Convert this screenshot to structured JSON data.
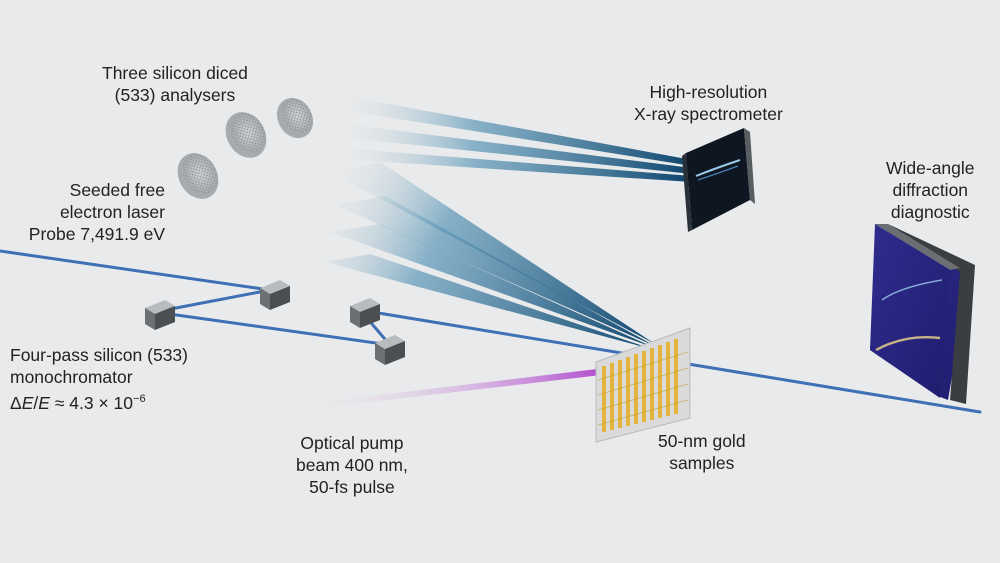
{
  "labels": {
    "analysers": {
      "line1": "Three silicon diced",
      "line2": "(533) analysers"
    },
    "spectrometer": {
      "line1": "High-resolution",
      "line2": "X-ray spectrometer"
    },
    "diffraction": {
      "line1": "Wide-angle",
      "line2": "diffraction",
      "line3": "diagnostic"
    },
    "fel": {
      "line1": "Seeded free",
      "line2": "electron laser",
      "line3": "Probe 7,491.9 eV"
    },
    "monochromator": {
      "line1": "Four-pass silicon (533)",
      "line2": "monochromator",
      "res_prefix": "Δ",
      "res_var1": "E",
      "res_slash": "/",
      "res_var2": "E",
      "res_approx": " ≈ 4.3 × 10",
      "res_exp": "−6"
    },
    "pump": {
      "line1": "Optical pump",
      "line2": "beam 400 nm,",
      "line3": "50-fs pulse"
    },
    "samples": {
      "line1": "50-nm gold",
      "line2": "samples"
    }
  },
  "colors": {
    "background": "#e9eaeb",
    "probe_beam": "#3f6fb5",
    "scatter_beam": "#134a72",
    "pump_beam": "#c25ad8",
    "gold": "#e3b53e",
    "detector_panel": "#2c2a86",
    "spectrometer_panel": "#101828"
  }
}
